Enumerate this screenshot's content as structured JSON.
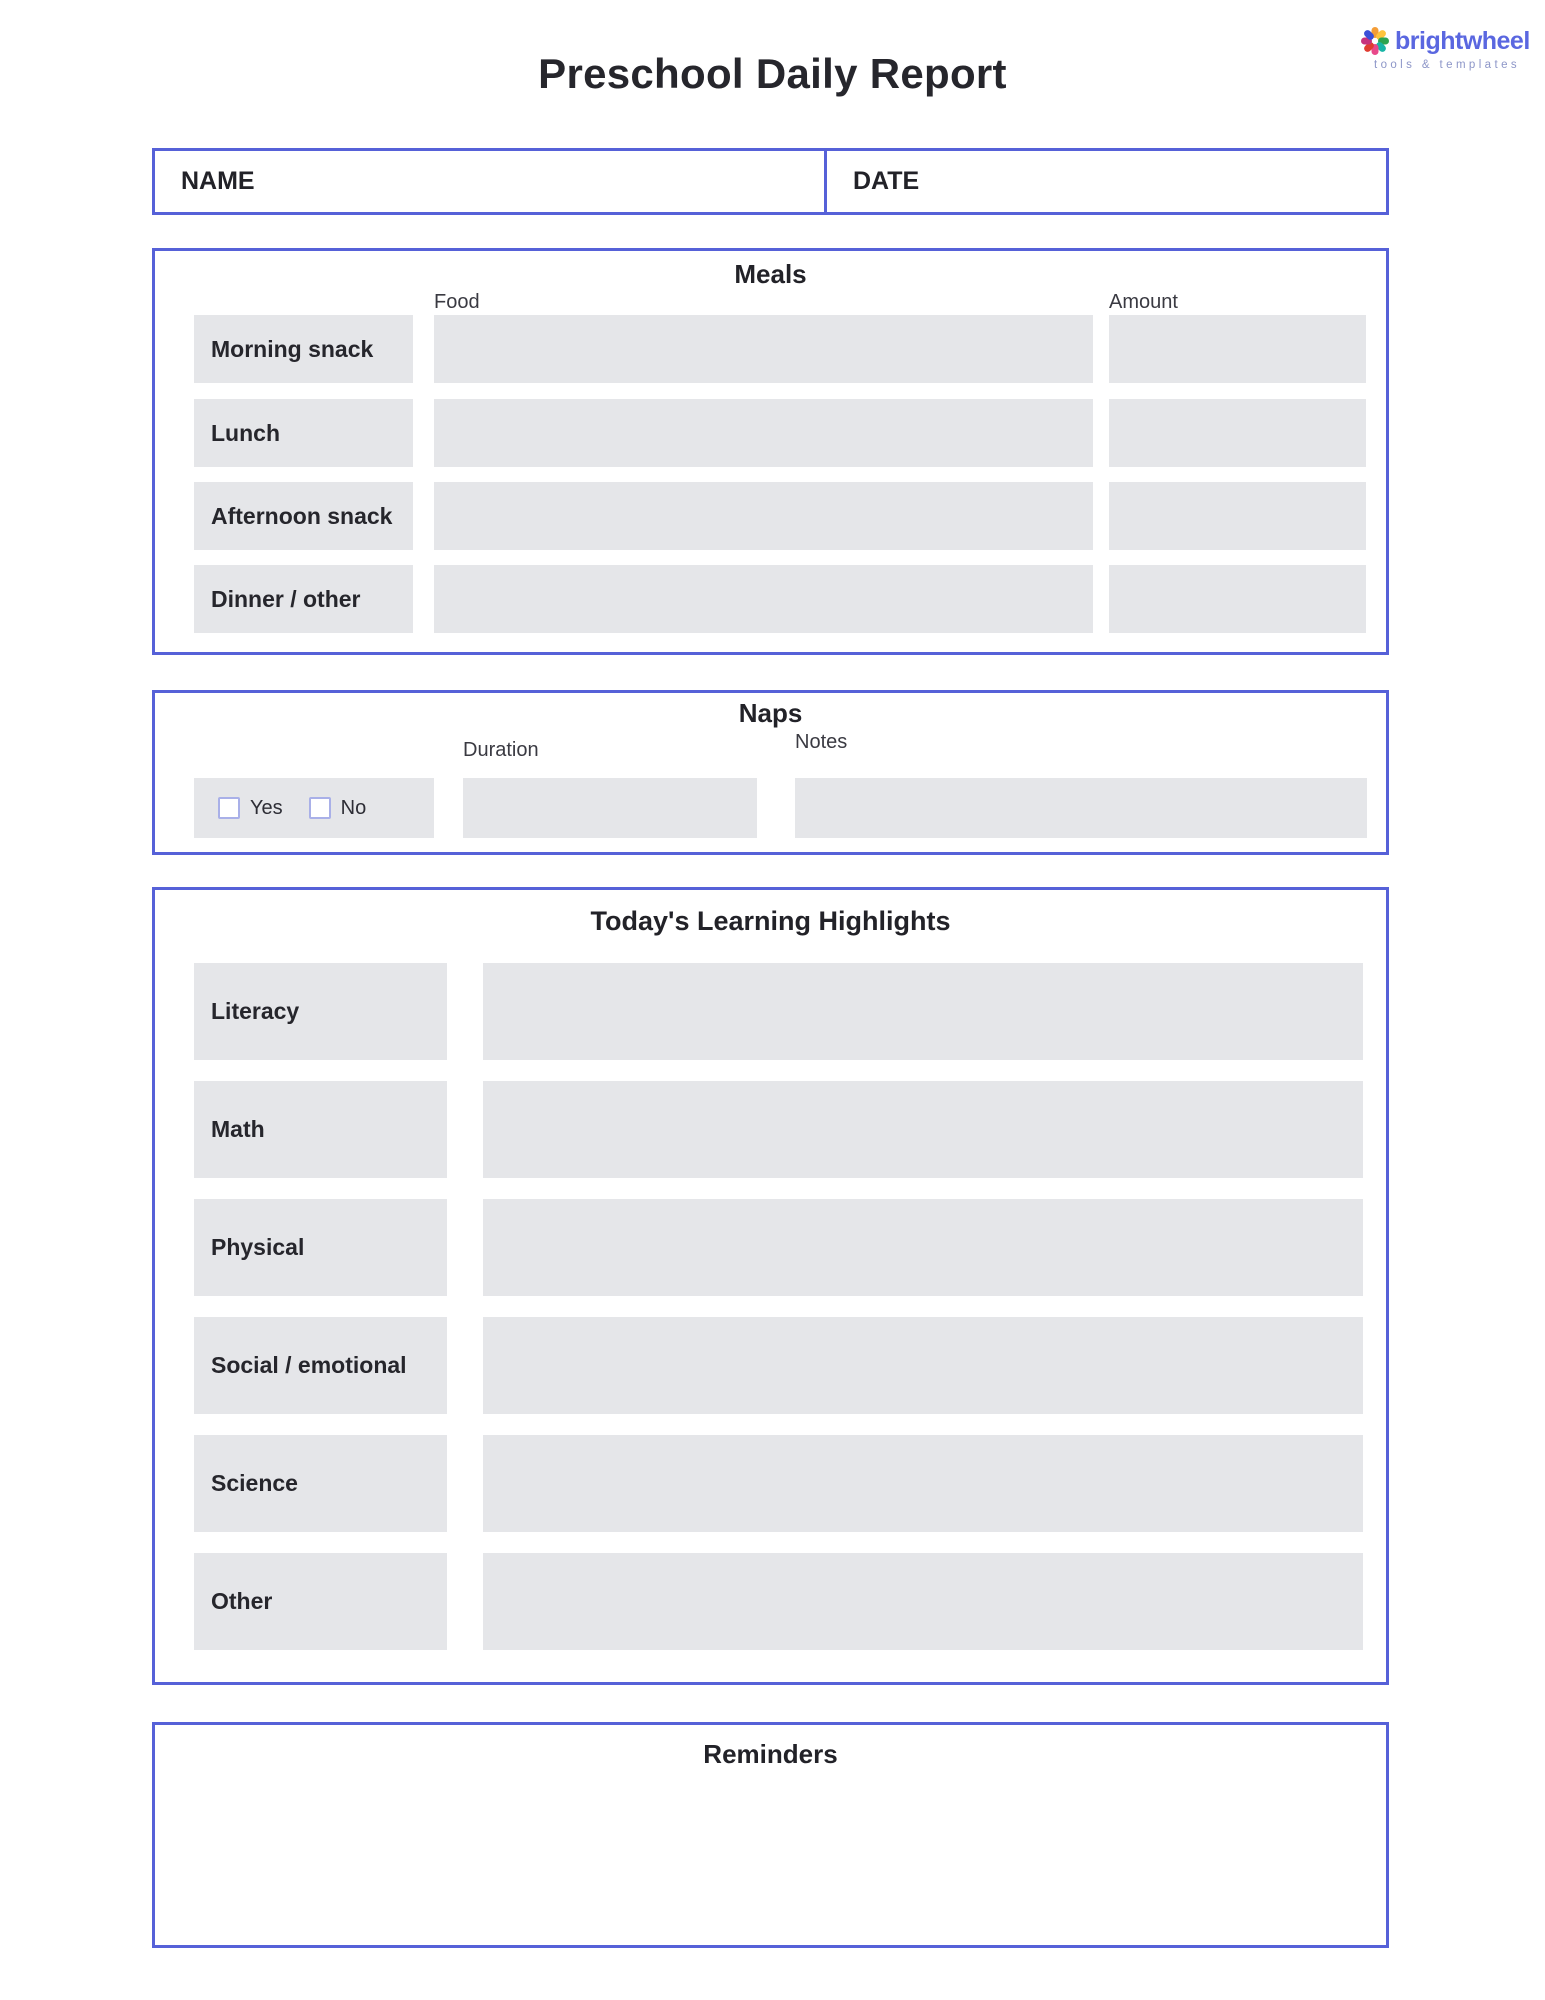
{
  "page": {
    "title": "Preschool Daily Report"
  },
  "logo": {
    "brand": "brightwheel",
    "tagline": "tools & templates"
  },
  "identity": {
    "name_label": "NAME",
    "name_value": "",
    "date_label": "DATE",
    "date_value": ""
  },
  "meals": {
    "title": "Meals",
    "food_header": "Food",
    "amount_header": "Amount",
    "rows": [
      {
        "label": "Morning snack",
        "food": "",
        "amount": ""
      },
      {
        "label": "Lunch",
        "food": "",
        "amount": ""
      },
      {
        "label": "Afternoon snack",
        "food": "",
        "amount": ""
      },
      {
        "label": "Dinner / other",
        "food": "",
        "amount": ""
      }
    ]
  },
  "naps": {
    "title": "Naps",
    "duration_header": "Duration",
    "notes_header": "Notes",
    "options": [
      {
        "label": "Yes",
        "checked": false
      },
      {
        "label": "No",
        "checked": false
      }
    ],
    "duration_value": "",
    "notes_value": ""
  },
  "learning": {
    "title": "Today's Learning Highlights",
    "rows": [
      {
        "label": "Literacy",
        "value": ""
      },
      {
        "label": "Math",
        "value": ""
      },
      {
        "label": "Physical",
        "value": ""
      },
      {
        "label": "Social / emotional",
        "value": ""
      },
      {
        "label": "Science",
        "value": ""
      },
      {
        "label": "Other",
        "value": ""
      }
    ]
  },
  "reminders": {
    "title": "Reminders",
    "value": ""
  },
  "colors": {
    "section_border": "#5661d8",
    "field_bg": "#e5e6e9",
    "checkbox_border": "#a9b0e8",
    "brand_text": "#5a67e0",
    "tagline_text": "#8d96c8"
  },
  "icons": {
    "logo_icon": "pinwheel-icon",
    "logo_petal_colors": [
      "#f49d37",
      "#ffc43d",
      "#2ea44f",
      "#18b5a6",
      "#e8488a",
      "#e03c31",
      "#c6317d",
      "#3b4fd8"
    ]
  }
}
